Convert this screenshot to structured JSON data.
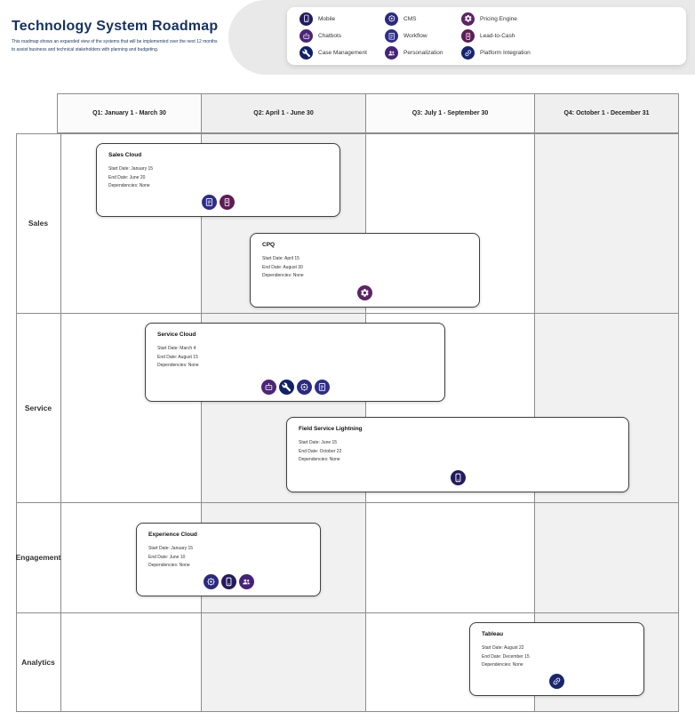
{
  "page": {
    "title": "Technology System Roadmap",
    "subtitle": "This roadmap shows an expanded view of the systems that will be implemented over the next 12 months to assist business and technical stakeholders with planning and budgeting."
  },
  "legend": {
    "items": [
      {
        "label": "Mobile",
        "icon": "mobile"
      },
      {
        "label": "Chatbots",
        "icon": "chatbot"
      },
      {
        "label": "Case Management",
        "icon": "wrench"
      },
      {
        "label": "CMS",
        "icon": "cms"
      },
      {
        "label": "Workflow",
        "icon": "document"
      },
      {
        "label": "Personalization",
        "icon": "people"
      },
      {
        "label": "Pricing Engine",
        "icon": "gear"
      },
      {
        "label": "Lead-to-Cash",
        "icon": "receipt"
      },
      {
        "label": "Platform Integration",
        "icon": "link"
      }
    ]
  },
  "icon_colors": {
    "mobile": "#241b5e",
    "chatbot": "#4c2577",
    "wrench": "#0f2168",
    "cms": "#2b2a80",
    "document": "#2f2d8a",
    "people": "#452379",
    "gear": "#5d2465",
    "receipt": "#5e1d56",
    "link": "#17266e"
  },
  "timeline": {
    "quarters": [
      "Q1: January 1 - March 30",
      "Q2: April 1 - June 30",
      "Q3: July 1 - September 30",
      "Q4: October 1 - December 31"
    ],
    "rows": [
      "Sales",
      "Service",
      "Engagement",
      "Analytics"
    ]
  },
  "cards": [
    {
      "title": "Sales Cloud",
      "start": "Start Date: January 15",
      "end": "End Date:  June 20",
      "dependencies": "Dependencies: None",
      "row": "Sales",
      "quarters": "Q1-Q2",
      "icons": [
        "document",
        "receipt"
      ]
    },
    {
      "title": "CPQ",
      "start": "Start Date: April 15",
      "end": "End Date: August 30",
      "dependencies": "Dependencies:  None",
      "row": "Sales",
      "quarters": "Q2-Q3",
      "icons": [
        "gear"
      ]
    },
    {
      "title": "Service Cloud",
      "start": "Start Date: March 4",
      "end": "End Date: August 15",
      "dependencies": "Dependencies: None",
      "row": "Service",
      "quarters": "Q1-Q3",
      "icons": [
        "chatbot",
        "wrench",
        "cms",
        "document"
      ]
    },
    {
      "title": "Field Service Lightning",
      "start": "Start Date: June 15",
      "end": "End Date: October 22",
      "dependencies": "Dependencies: None",
      "row": "Service",
      "quarters": "Q2-Q4",
      "icons": [
        "mobile"
      ]
    },
    {
      "title": "Experience Cloud",
      "start": "Start Date: January 15",
      "end": "End Date: June 10",
      "dependencies": "Dependencies:  None",
      "row": "Engagement",
      "quarters": "Q1-Q2",
      "icons": [
        "cms",
        "mobile",
        "people"
      ]
    },
    {
      "title": "Tableau",
      "start": "Start Date: August 22",
      "end": "End Date: December 15",
      "dependencies": "Dependencies: None",
      "row": "Analytics",
      "quarters": "Q3-Q4",
      "icons": [
        "link"
      ]
    }
  ]
}
